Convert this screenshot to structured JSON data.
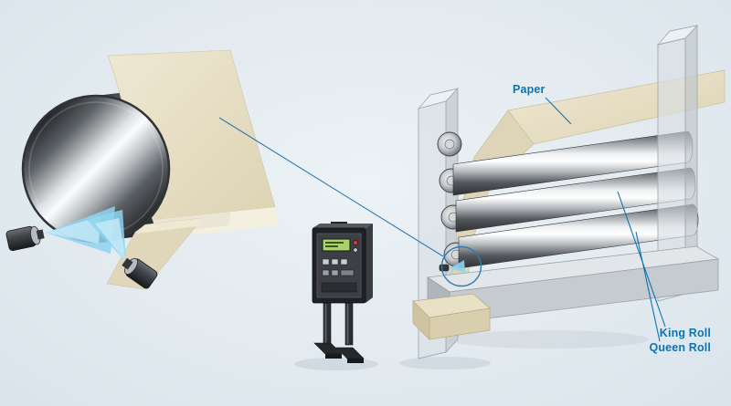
{
  "diagram": {
    "labels": {
      "paper": "Paper",
      "king_roll": "King Roll",
      "queen_roll": "Queen Roll"
    },
    "colors": {
      "label_blue": "#1173ad",
      "callout_blue": "#2e7bb4",
      "paper_beige": "#e8e0c6",
      "spray_blue": "#8ed3ee",
      "background": "#e4ebf0",
      "metal_dark": "#2c2f32",
      "metal_light": "#f4f5f6"
    }
  }
}
